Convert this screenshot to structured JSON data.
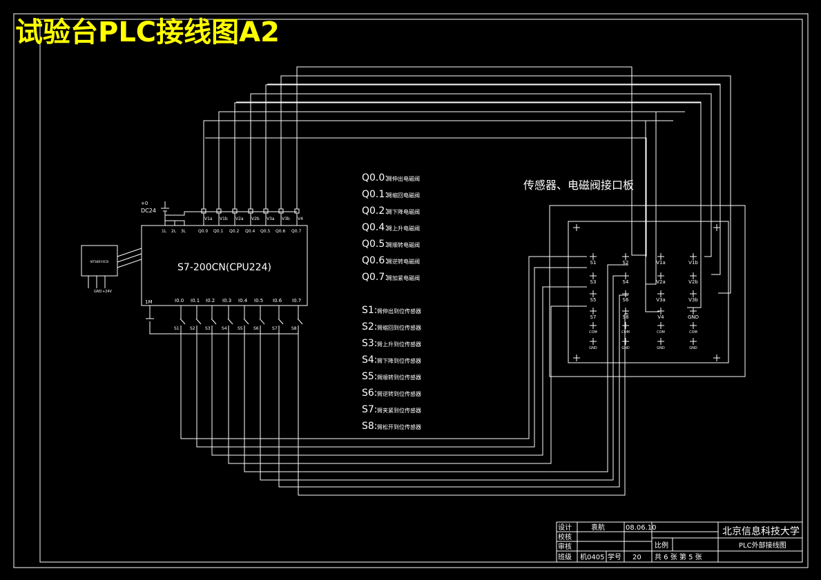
{
  "title": "试验台PLC接线图A2",
  "colors": {
    "background": "#000000",
    "line": "#ffffff",
    "title": "#ffff00"
  },
  "plc": {
    "model": "S7-200CN(CPU224)",
    "supply_label": "DC24",
    "supply_sign": "+0",
    "terminal_1L": "1L",
    "terminal_2L": "2L",
    "terminal_3L": "3L",
    "terminal_1M": "1M",
    "adapter_label": "NTS8SY4CB",
    "adapter_gnd": "GND",
    "adapter_24v": "+24V",
    "output_terminals": [
      "Q0.0",
      "Q0.1",
      "Q0.2",
      "Q0.4",
      "Q0.5",
      "Q0.6",
      "Q0.7"
    ],
    "output_valve_labels": [
      "V1a",
      "V1b",
      "V2a",
      "V2b",
      "V3a",
      "V3b",
      "V4"
    ],
    "input_terminals": [
      "I0.0",
      "I0.1",
      "I0.2",
      "I0.3",
      "I0.4",
      "I0.5",
      "I0.6",
      "I0.7"
    ],
    "input_switch_labels": [
      "S1",
      "S2",
      "S3",
      "S4",
      "S5",
      "S6",
      "S7",
      "S8"
    ]
  },
  "outputs_legend": [
    {
      "code": "Q0.0:",
      "desc": "臂伸出电磁阀"
    },
    {
      "code": "Q0.1:",
      "desc": "臂缩回电磁阀"
    },
    {
      "code": "Q0.2:",
      "desc": "臂下降电磁阀"
    },
    {
      "code": "Q0.4:",
      "desc": "臂上升电磁阀"
    },
    {
      "code": "Q0.5:",
      "desc": "臂顺转电磁阀"
    },
    {
      "code": "Q0.6:",
      "desc": "臂逆转电磁阀"
    },
    {
      "code": "Q0.7:",
      "desc": "臂加紧电磁阀"
    }
  ],
  "inputs_legend": [
    {
      "code": "S1:",
      "desc": "臂伸出到位传感器"
    },
    {
      "code": "S2:",
      "desc": "臂缩回到位传感器"
    },
    {
      "code": "S3:",
      "desc": "臂上升到位传感器"
    },
    {
      "code": "S4:",
      "desc": "臂下降到位传感器"
    },
    {
      "code": "S5:",
      "desc": "臂顺转到位传感器"
    },
    {
      "code": "S6:",
      "desc": "臂逆转到位传感器"
    },
    {
      "code": "S7:",
      "desc": "臂夹紧到位传感器"
    },
    {
      "code": "S8:",
      "desc": "臂松开到位传感器"
    }
  ],
  "interface_board": {
    "title": "传感器、电磁阀接口板",
    "col1": [
      "S1",
      "S3",
      "S5",
      "S7",
      "COM",
      "GND"
    ],
    "col2": [
      "S2",
      "S4",
      "S6",
      "S8",
      "COM",
      "GND"
    ],
    "col3": [
      "V1a",
      "V2a",
      "V3a",
      "V4",
      "COM",
      "GND"
    ],
    "col4": [
      "V1b",
      "V2b",
      "V3b",
      "GND",
      "COM",
      "GND"
    ]
  },
  "title_block": {
    "design_label": "设计",
    "design_name": "袁航",
    "design_date": "08.06.10",
    "check_label": "校核",
    "review_label": "审核",
    "class_label": "班级",
    "class_value": "机0405",
    "student_no_label": "学号",
    "student_no_value": "20",
    "scale_label": "比例",
    "sheets_label": "共 6 张  第 5 张",
    "school": "北京信息科技大学",
    "drawing_name": "PLC外部接线图"
  }
}
